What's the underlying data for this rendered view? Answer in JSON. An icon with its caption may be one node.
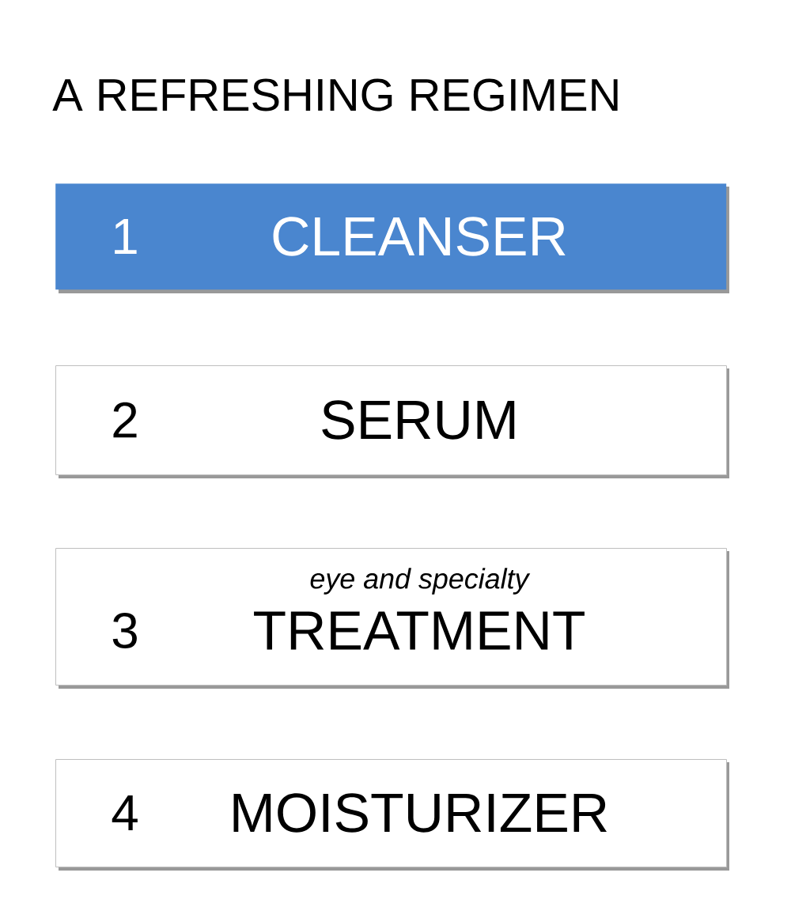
{
  "diagram": {
    "title": "A REFRESHING REGIMEN",
    "nodes": [
      {
        "text": [
          "1",
          "CLEANSER"
        ]
      },
      {
        "text": [
          "2",
          "SERUM"
        ]
      },
      {
        "text": [
          "3",
          "eye and specialty",
          "TREATMENT"
        ]
      },
      {
        "text": [
          "4",
          "MOISTURIZER"
        ]
      }
    ]
  }
}
